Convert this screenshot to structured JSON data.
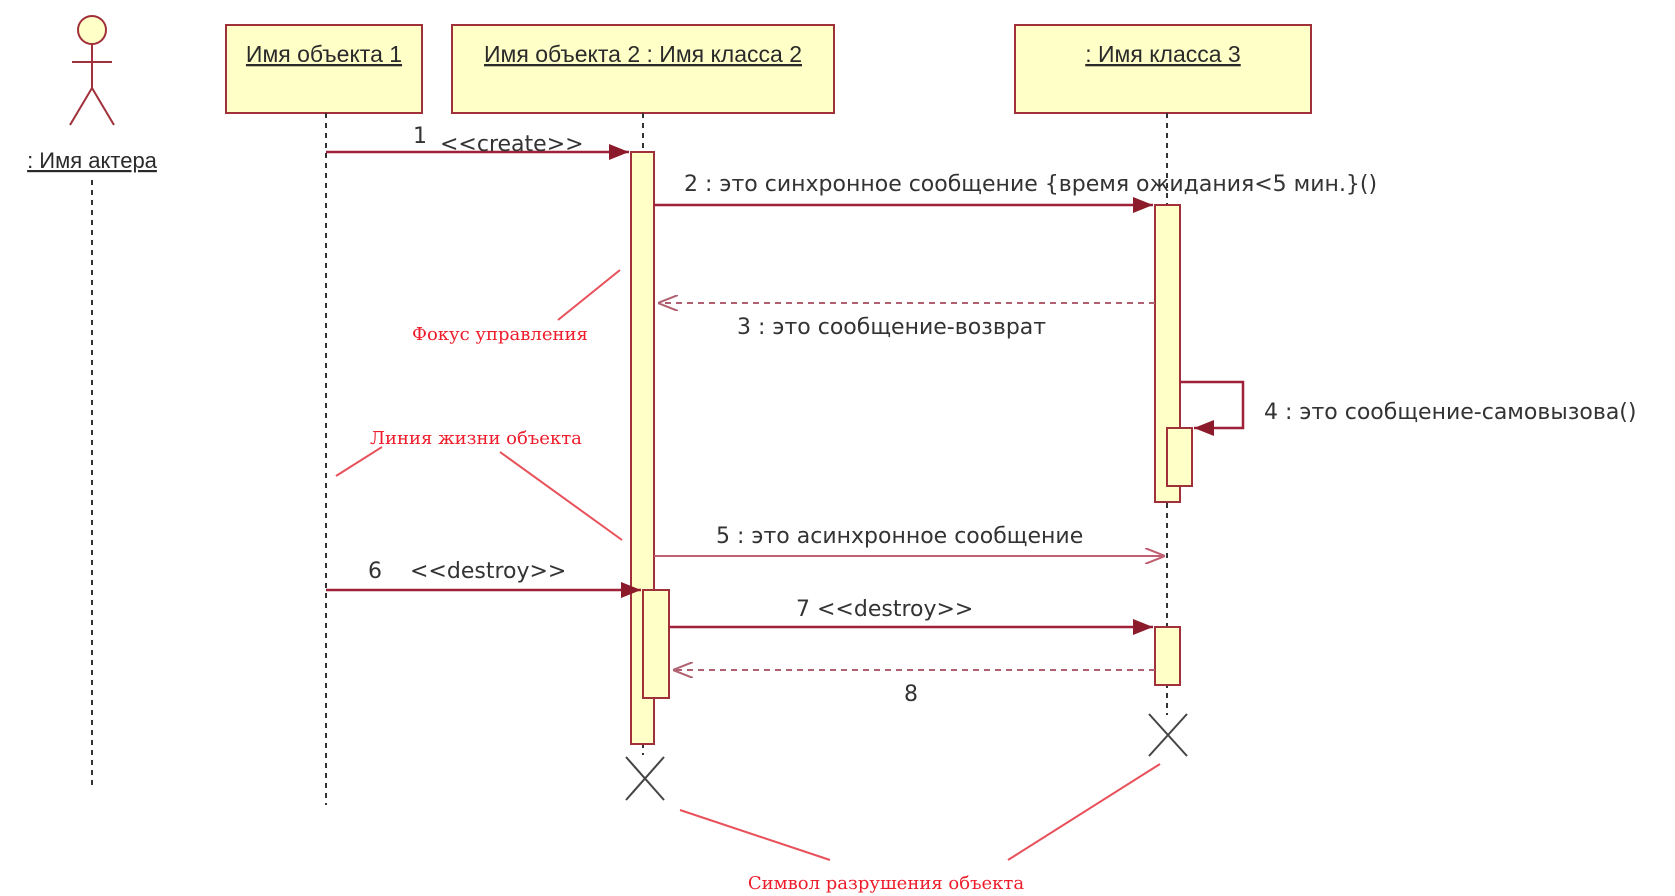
{
  "actor": {
    "label": ": Имя актера"
  },
  "objects": [
    {
      "label": "Имя объекта 1"
    },
    {
      "label": "Имя объекта 2 : Имя класса 2"
    },
    {
      "label": ": Имя класса 3"
    }
  ],
  "messages": [
    {
      "label": "1",
      "stereotype": "<<create>>"
    },
    {
      "label": "2 : это синхронное сообщение {время ожидания<5 мин.}()"
    },
    {
      "label": "3 : это сообщение-возврат"
    },
    {
      "label": "4 : это сообщение-самовызова()"
    },
    {
      "label": "5 : это асинхронное сообщение"
    },
    {
      "label": "6",
      "stereotype": "<<destroy>>"
    },
    {
      "label": "7 <<destroy>>"
    },
    {
      "label": "8"
    }
  ],
  "annotations": {
    "focus": "Фокус управления",
    "lifeline": "Линия жизни объекта",
    "destruction": "Символ разрушения объекта"
  },
  "colors": {
    "box_fill": "#ffffc8",
    "box_stroke": "#a0303a",
    "message": "#a0203a",
    "annotation": "#ee1c2a"
  }
}
